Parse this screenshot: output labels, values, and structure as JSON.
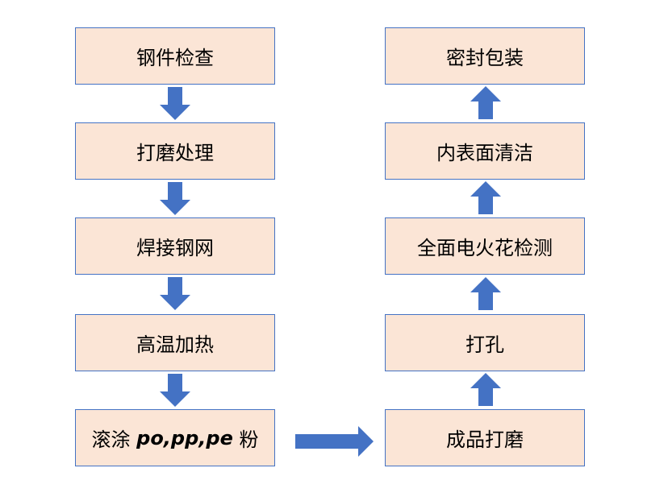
{
  "left_column": [
    "钢件检查",
    "打磨处理",
    "焊接钢网",
    "高温加热"
  ],
  "left_last": {
    "prefix": "滚涂 ",
    "italic": "po,pp,pe",
    "suffix": " 粉"
  },
  "right_column": [
    "密封包装",
    "内表面清洁",
    "全面电火花检测",
    "打孔",
    "成品打磨"
  ],
  "colors": {
    "box_fill": "#fbe5d6",
    "box_border": "#4472c4",
    "arrow": "#4472c4"
  }
}
